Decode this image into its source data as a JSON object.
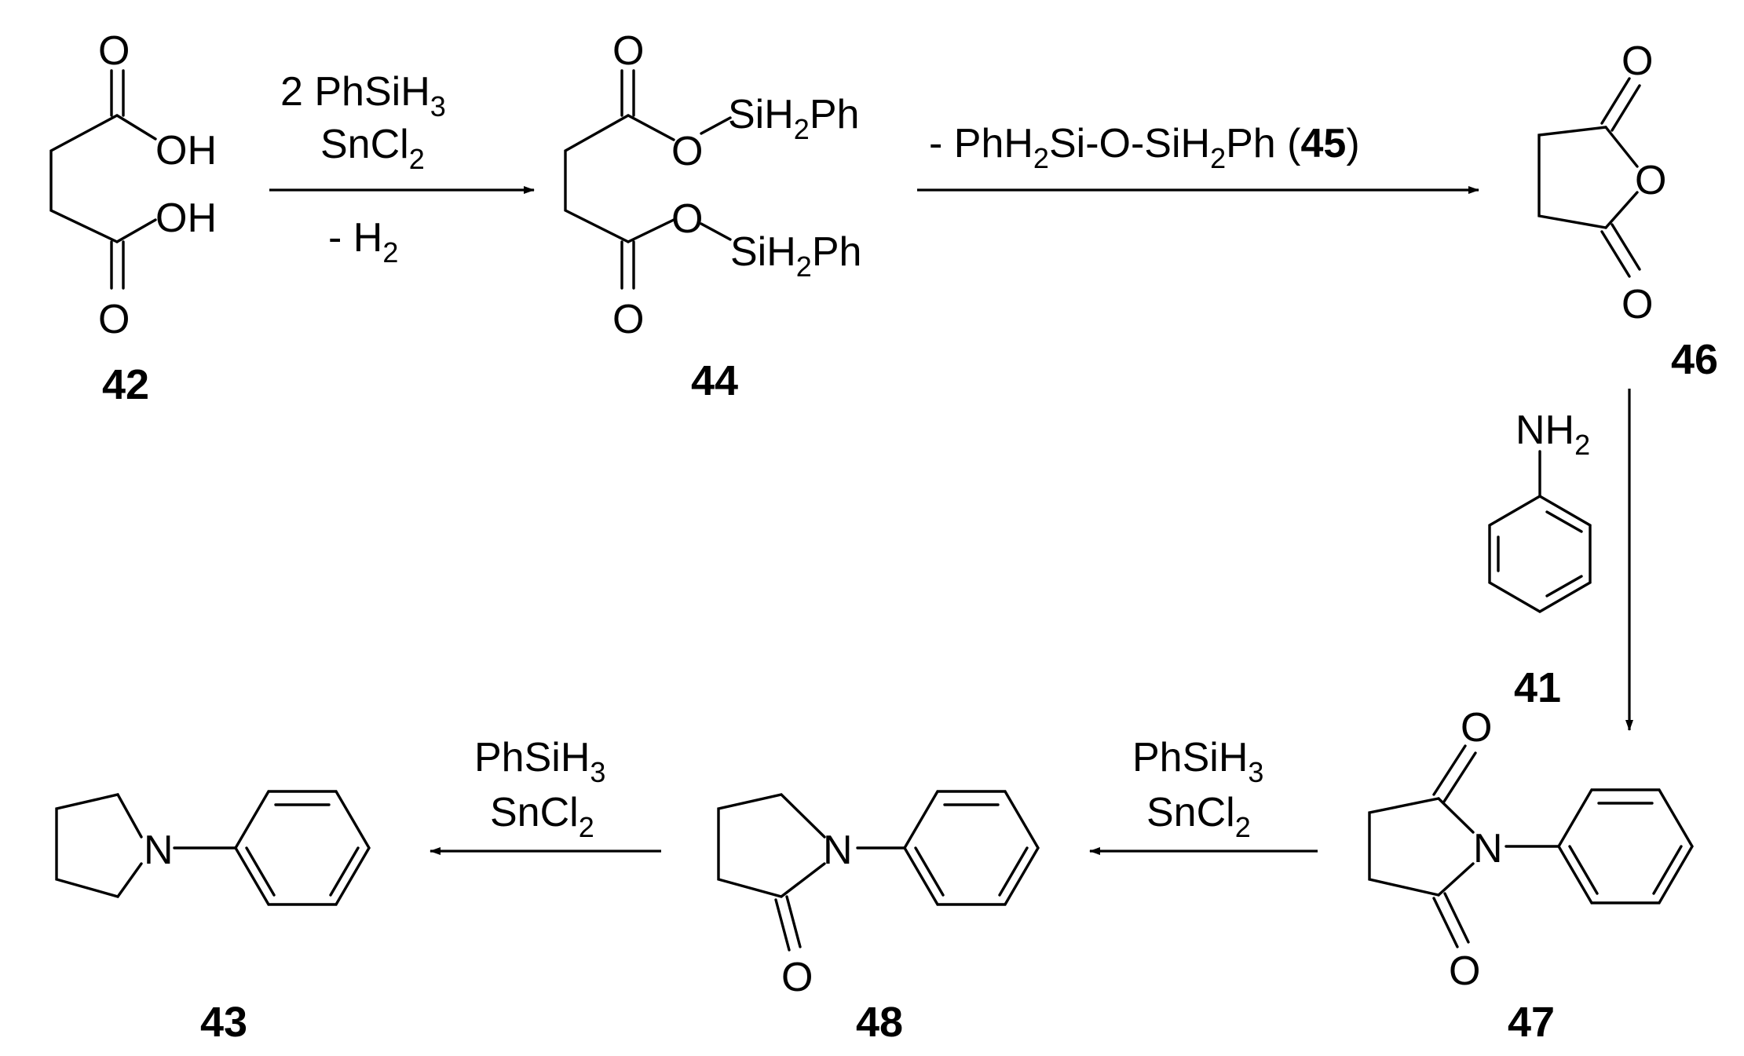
{
  "colors": {
    "ink": "#000000",
    "background": "#ffffff"
  },
  "atoms": {
    "O": "O",
    "OH": "OH",
    "N": "N",
    "NH": "NH",
    "two": "2",
    "SiH": "SiH",
    "two_sub": "2",
    "Ph": "Ph"
  },
  "compounds": {
    "c42": "42",
    "c44": "44",
    "c46": "46",
    "c41": "41",
    "c47": "47",
    "c48": "48",
    "c43": "43"
  },
  "step1": {
    "line1": "2 PhSiH",
    "line1_sub": "3",
    "line2": "SnCl",
    "line2_sub": "2",
    "below": "- H",
    "below_sub": "2"
  },
  "step2": {
    "a": "- PhH",
    "a_sub": "2",
    "b": "Si-O-SiH",
    "b_sub": "2",
    "c": "Ph (",
    "ref": "45",
    "d": ")"
  },
  "step4": {
    "line1": "PhSiH",
    "line1_sub": "3",
    "line2": "SnCl",
    "line2_sub": "2"
  },
  "step5": {
    "line1": "PhSiH",
    "line1_sub": "3",
    "line2": "SnCl",
    "line2_sub": "2"
  }
}
